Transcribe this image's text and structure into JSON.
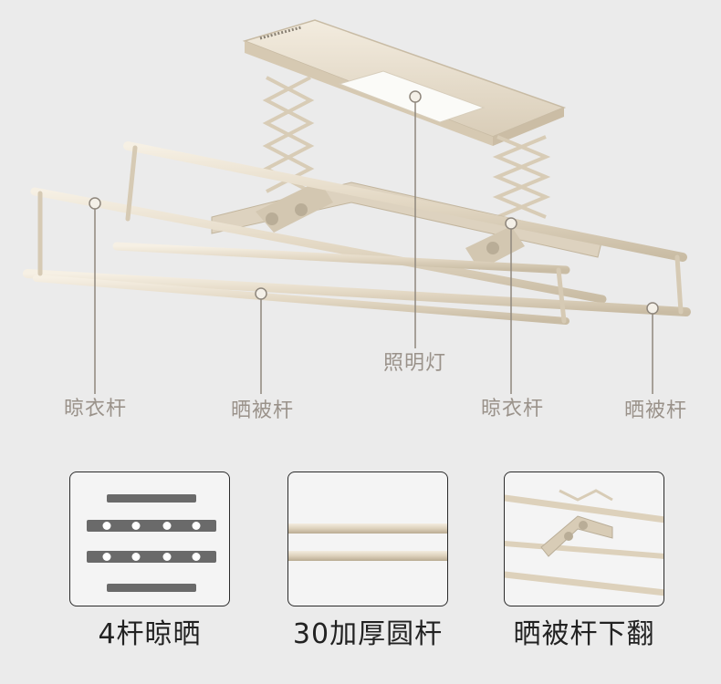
{
  "callouts": {
    "light": "照明灯",
    "drying_rod_left": "晾衣杆",
    "quilt_rod_left": "晒被杆",
    "drying_rod_right": "晾衣杆",
    "quilt_rod_right": "晒被杆"
  },
  "features": [
    {
      "label": "4杆晾晒",
      "icon": "four-rods-icon"
    },
    {
      "label": "30加厚圆杆",
      "icon": "thick-round-rods-icon"
    },
    {
      "label": "晒被杆下翻",
      "icon": "quilt-rod-flip-icon"
    }
  ],
  "colors": {
    "background": "#ebebeb",
    "product_beige": "#e8dfcf",
    "callout_text": "#9a928a",
    "feature_text": "#222222",
    "card_border": "#2b2b2b"
  }
}
